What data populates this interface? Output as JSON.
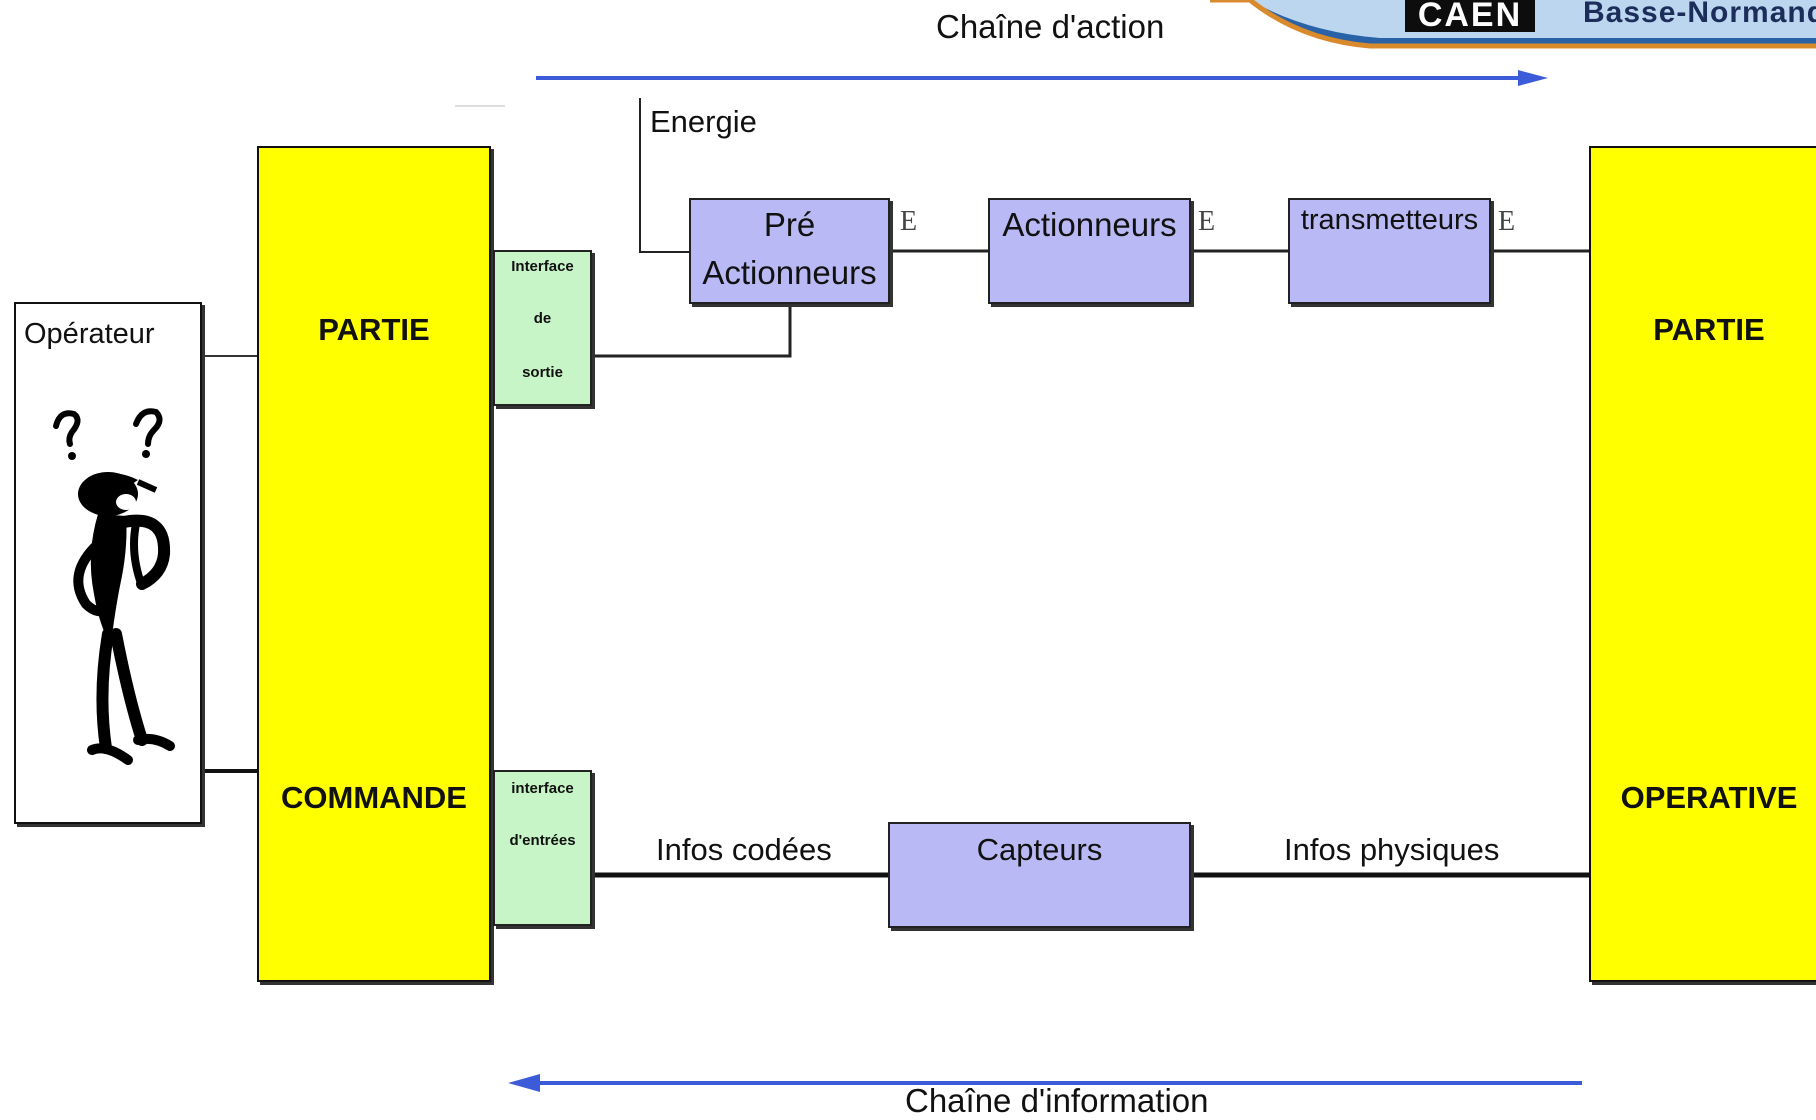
{
  "logo": {
    "badge": "CAEN",
    "region": "Basse-Normandie"
  },
  "chains": {
    "action": "Chaîne d'action",
    "information": "Chaîne d'information"
  },
  "energy_label": "Energie",
  "operator": {
    "label": "Opérateur"
  },
  "commande": {
    "top": "PARTIE",
    "bottom": "COMMANDE"
  },
  "operative": {
    "top": "PARTIE",
    "bottom": "OPERATIVE"
  },
  "interface_out": {
    "line1": "Interface",
    "line2": "de",
    "line3": "sortie"
  },
  "interface_in": {
    "line1": "interface",
    "line2": "d'entrées"
  },
  "components": {
    "pre_line1": "Pré",
    "pre_line2": "Actionneurs",
    "actionneurs": "Actionneurs",
    "transmetteurs": "transmetteurs",
    "capteurs": "Capteurs"
  },
  "flow_labels": {
    "infos_codees": "Infos codées",
    "infos_physiques": "Infos physiques",
    "e_mark": "E"
  },
  "colors": {
    "commande_fill": "#ffff00",
    "interface_fill": "#c8f5c8",
    "component_fill": "#b9b9f5",
    "chain_arrow": "#3b5bd9"
  }
}
